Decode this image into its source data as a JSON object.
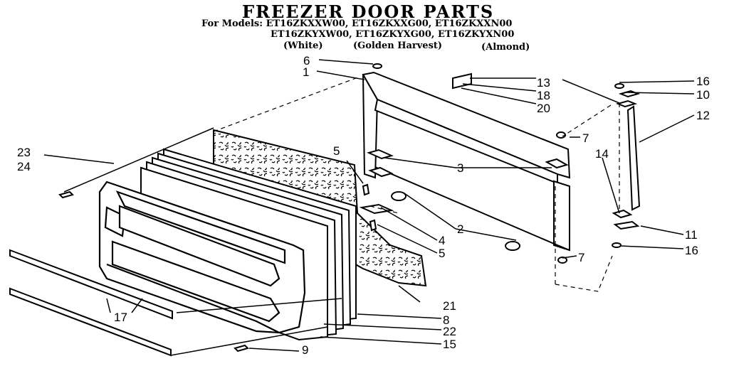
{
  "title": "FREEZER DOOR PARTS",
  "models_line1": "For Models: ET16ZKXXW00, ET16ZKXXG00, ET16ZKXXN00",
  "models_line2": "ET16ZKYXW00, ET16ZKYXG00, ET16ZKYXN00",
  "color_white": "(White)",
  "color_golden": "(Golden Harvest)",
  "color_almond": "(Almond)",
  "callouts": {
    "c1": "1",
    "c2": "2",
    "c3": "3",
    "c4": "4",
    "c5a": "5",
    "c5b": "5",
    "c6": "6",
    "c7a": "7",
    "c7b": "7",
    "c8": "8",
    "c9": "9",
    "c10": "10",
    "c11": "11",
    "c12": "12",
    "c13": "13",
    "c14": "14",
    "c15": "15",
    "c16a": "16",
    "c16b": "16",
    "c17": "17",
    "c18": "18",
    "c20": "20",
    "c21": "21",
    "c22": "22",
    "c23": "23",
    "c24": "24"
  }
}
